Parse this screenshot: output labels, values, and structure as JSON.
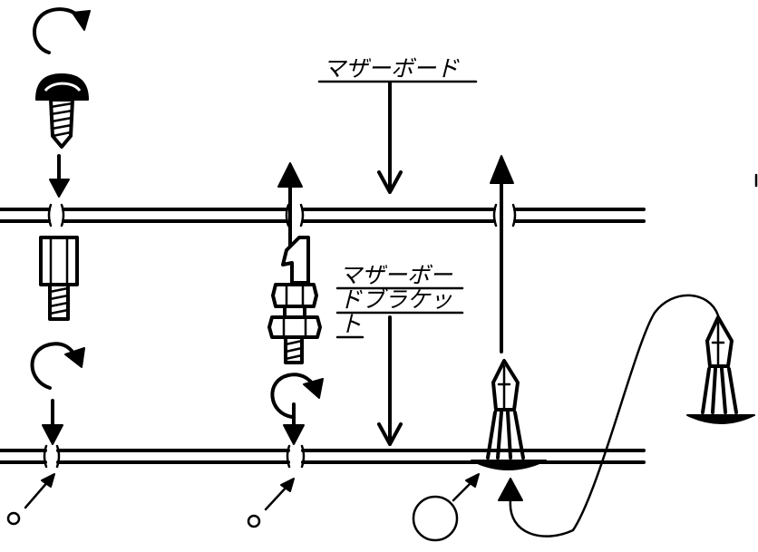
{
  "labels": {
    "motherboard": "マザーボード",
    "bracket_line1": "マザーボー",
    "bracket_line2": "ドブラケッ",
    "bracket_line3": "ト"
  },
  "colors": {
    "ink": "#000000",
    "paper": "#ffffff"
  }
}
